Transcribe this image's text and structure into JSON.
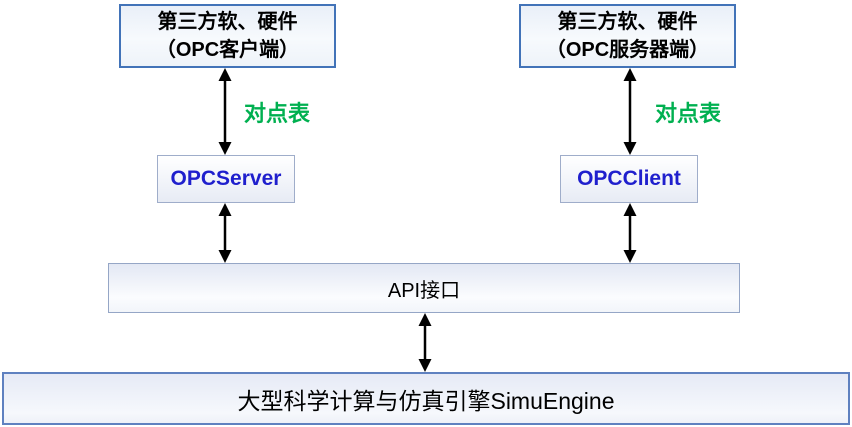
{
  "diagram": {
    "top_left_box": {
      "line1": "第三方软、硬件",
      "line2": "（OPC客户端）"
    },
    "top_right_box": {
      "line1": "第三方软、硬件",
      "line2": "（OPC服务器端）"
    },
    "opc_server_box": {
      "label": "OPCServer"
    },
    "opc_client_box": {
      "label": "OPCClient"
    },
    "api_box": {
      "label": "API接口"
    },
    "engine_box": {
      "label": "大型科学计算与仿真引擎SimuEngine"
    },
    "edge_labels": {
      "left": "对点表",
      "right": "对点表"
    },
    "colors": {
      "node_text_blue": "#1f1fcd",
      "edge_label_green": "#00b050",
      "arrow_black": "#000000",
      "top_box_border_blue": "#4273b8",
      "light_box_border": "#9fadca",
      "engine_box_border": "#5f81c0"
    }
  }
}
